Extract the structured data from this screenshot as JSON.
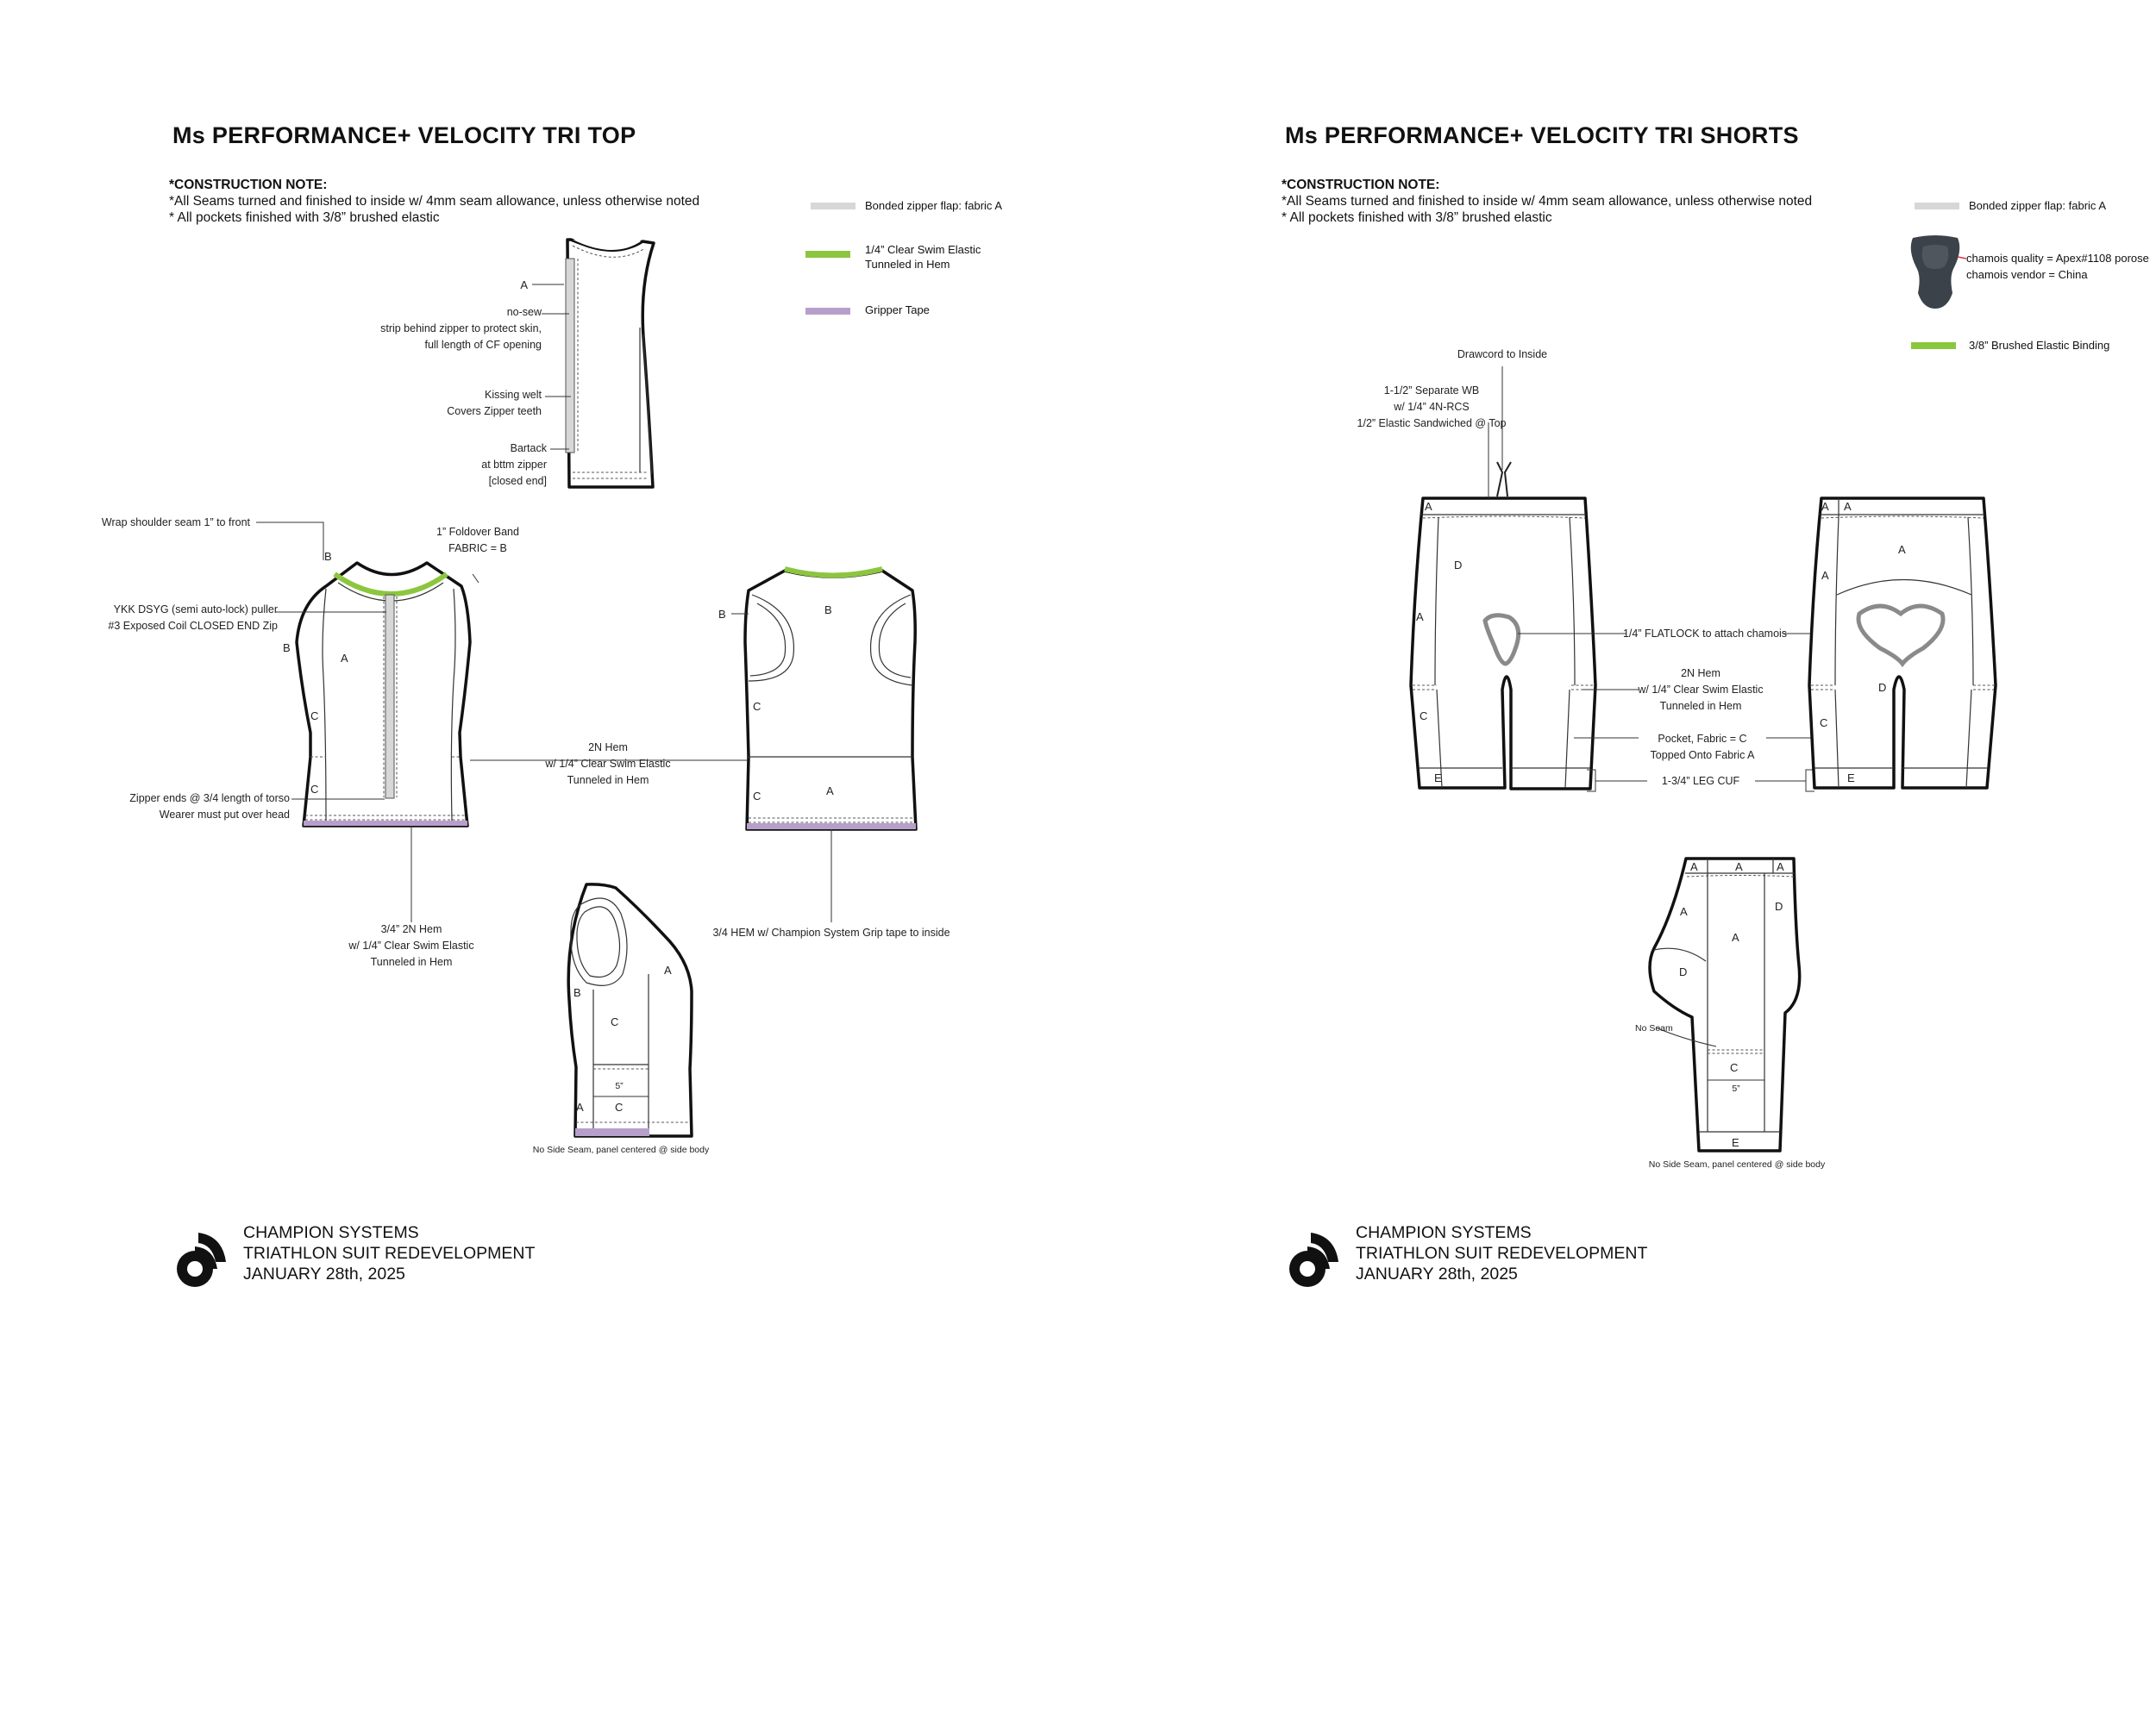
{
  "colors": {
    "bonded_flap": "#d7d7d7",
    "clear_elastic": "#8cc63f",
    "gripper_tape": "#b79fcb",
    "binding": "#8cc63f",
    "chamois": "#3c4249"
  },
  "top": {
    "title": "Ms PERFORMANCE+ VELOCITY TRI TOP",
    "notes_heading": "*CONSTRUCTION NOTE:",
    "notes": [
      "*All Seams turned and finished to inside w/ 4mm seam allowance, unless otherwise noted",
      "* All pockets finished with 3/8” brushed elastic"
    ],
    "legend": [
      {
        "label": "Bonded zipper flap: fabric A",
        "icon": "bonded-flap-swatch"
      },
      {
        "label": "1/4” Clear Swim Elastic Tunneled in Hem",
        "icon": "clear-elastic-swatch"
      },
      {
        "label": "Gripper Tape",
        "icon": "gripper-tape-swatch"
      }
    ],
    "callouts": {
      "no_sew": [
        "no-sew",
        "strip behind zipper to protect skin,",
        "full length of CF opening"
      ],
      "kissing_welt": [
        "Kissing welt",
        "Covers  Zipper teeth"
      ],
      "bartack": [
        "Bartack",
        "at bttm zipper",
        "[closed end]"
      ],
      "wrap_shoulder": "Wrap shoulder seam 1” to front",
      "foldover": [
        "1” Foldover Band",
        "FABRIC = B"
      ],
      "ykk": [
        "YKK DSYG (semi auto-lock) puller",
        "#3 Exposed Coil CLOSED END Zip"
      ],
      "zipper_ends": [
        "Zipper ends @ 3/4 length of torso",
        "Wearer must put over head"
      ],
      "hem_2n": [
        "2N Hem",
        "w/ 1/4” Clear Swim Elastic",
        "Tunneled in Hem"
      ],
      "hem_34": [
        "3/4” 2N Hem",
        "w/ 1/4” Clear Swim Elastic",
        "Tunneled in Hem"
      ],
      "hem_grip": "3/4 HEM w/ Champion System Grip tape to inside",
      "side_note": "No Side Seam, panel centered @ side body",
      "measure": "5”"
    },
    "panel_letters": {
      "A": "A",
      "B": "B",
      "C": "C"
    }
  },
  "shorts": {
    "title": "Ms PERFORMANCE+ VELOCITY TRI SHORTS",
    "notes_heading": "*CONSTRUCTION NOTE:",
    "notes": [
      "*All Seams turned and finished to inside w/ 4mm seam allowance, unless otherwise noted",
      "* All pockets finished with 3/8” brushed elastic"
    ],
    "legend": [
      {
        "label": "Bonded zipper flap: fabric A",
        "icon": "bonded-flap-swatch"
      },
      {
        "label": "chamois quality = Apex#1108 porose",
        "icon": "chamois-pad-image"
      },
      {
        "label": "chamois vendor = China",
        "icon": "chamois-pad-image"
      },
      {
        "label": "3/8” Brushed Elastic Binding",
        "icon": "binding-swatch"
      }
    ],
    "callouts": {
      "drawcord": "Drawcord to Inside",
      "waistband": [
        "1-1/2” Separate WB",
        "w/ 1/4” 4N-RCS",
        "1/2” Elastic Sandwiched @ Top"
      ],
      "flatlock": "1/4” FLATLOCK to attach chamois",
      "hem_2n": [
        "2N Hem",
        "w/ 1/4” Clear Swim Elastic",
        "Tunneled in Hem"
      ],
      "pocket": [
        "Pocket, Fabric = C",
        "Topped Onto Fabric A"
      ],
      "leg_cuf": "1-3/4” LEG CUF",
      "no_seam": "No Seam",
      "side_note": "No Side Seam, panel centered @ side body",
      "measure": "5”"
    },
    "panel_letters": {
      "A": "A",
      "C": "C",
      "D": "D",
      "E": "E"
    }
  },
  "footer": {
    "line1": "CHAMPION SYSTEMS",
    "line2": "TRIATHLON SUIT REDEVELOPMENT",
    "line3": "JANUARY 28th, 2025",
    "icon": "champion-systems-logo"
  }
}
